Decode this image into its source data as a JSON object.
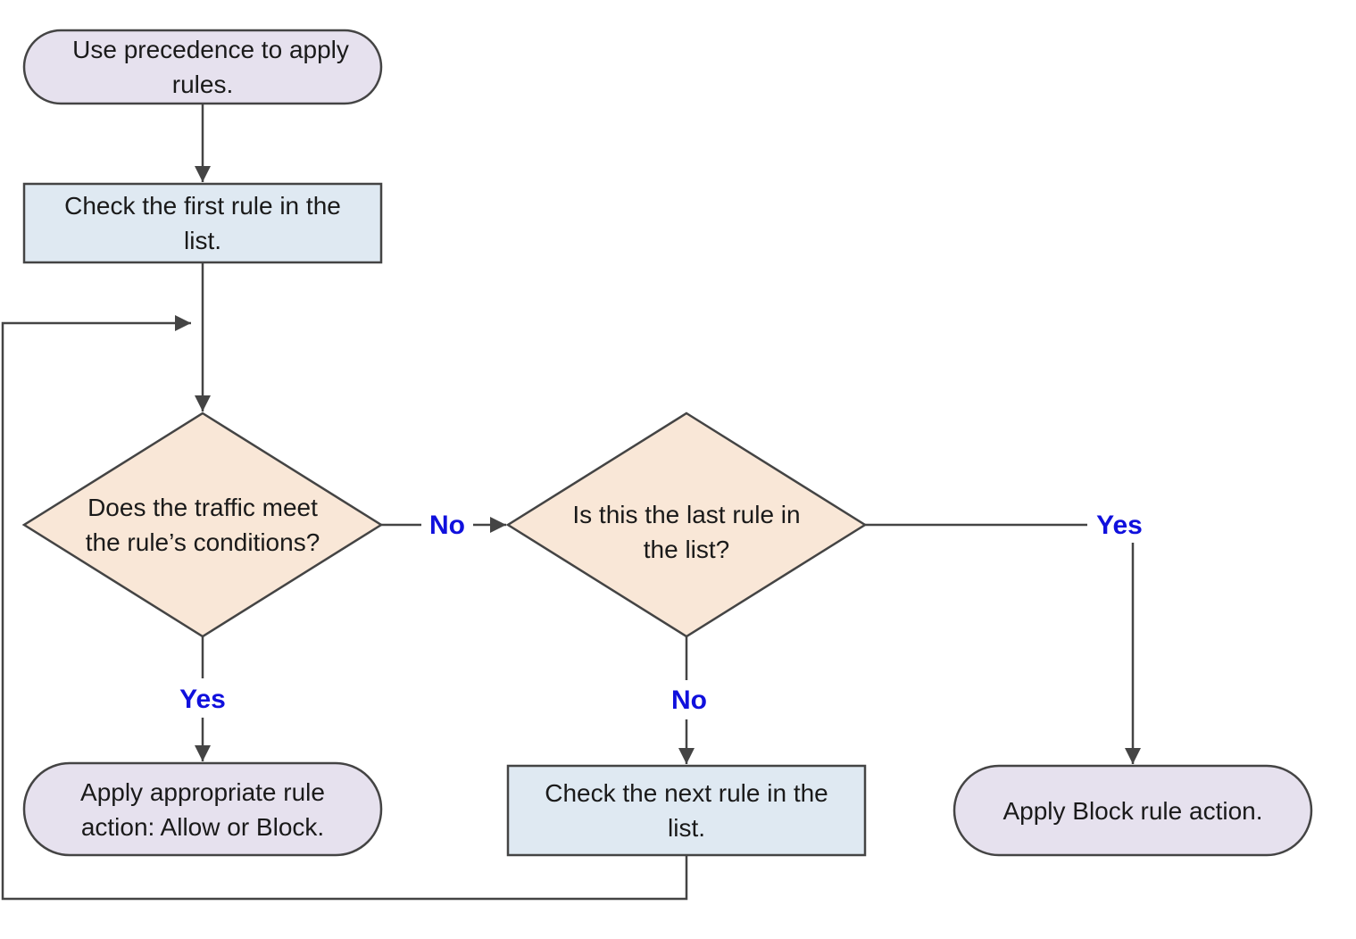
{
  "colors": {
    "terminal_fill": "#e6e1ee",
    "process_fill": "#dfe9f2",
    "decision_fill": "#f9e7d7",
    "label_color": "#1010dd",
    "line_color": "#444444"
  },
  "nodes": {
    "start": {
      "line1": "Use precedence to apply",
      "line2": "rules."
    },
    "check_first": {
      "line1": "Check the first rule in the",
      "line2": "list."
    },
    "meets_conditions": {
      "line1": "Does the traffic meet",
      "line2": "the rule’s conditions?"
    },
    "is_last_rule": {
      "line1": "Is this the last rule in",
      "line2": "the list?"
    },
    "apply_action": {
      "line1": "Apply appropriate rule",
      "line2": "action: Allow or Block."
    },
    "check_next": {
      "line1": "Check the next rule in the",
      "line2": "list."
    },
    "apply_block": {
      "line1": "Apply Block rule action."
    }
  },
  "edge_labels": {
    "conditions_no": "No",
    "conditions_yes": "Yes",
    "last_yes": "Yes",
    "last_no": "No"
  }
}
